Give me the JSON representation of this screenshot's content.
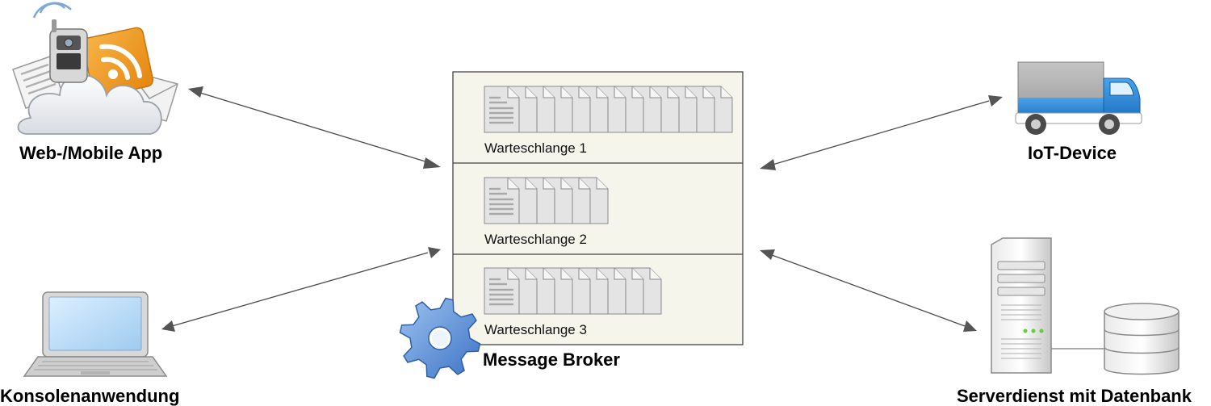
{
  "nodes": {
    "web_mobile_app": {
      "label": "Web-/Mobile App",
      "icon": "web-mobile-app-icon"
    },
    "iot_device": {
      "label": "IoT-Device",
      "icon": "truck-icon"
    },
    "console_app": {
      "label": "Konsolenanwendung",
      "icon": "laptop-icon"
    },
    "server_db": {
      "label": "Serverdienst mit Datenbank",
      "icons": [
        "server-icon",
        "database-icon"
      ]
    }
  },
  "broker": {
    "label": "Message Broker",
    "icon": "gear-icon",
    "queues": [
      {
        "label": "Warteschlange 1",
        "message_count": 13
      },
      {
        "label": "Warteschlange 2",
        "message_count": 6
      },
      {
        "label": "Warteschlange 3",
        "message_count": 9
      }
    ]
  },
  "edges": [
    {
      "from": "web_mobile_app",
      "to": "broker",
      "direction": "both"
    },
    {
      "from": "console_app",
      "to": "broker",
      "direction": "both"
    },
    {
      "from": "iot_device",
      "to": "broker",
      "direction": "both"
    },
    {
      "from": "server_db",
      "to": "broker",
      "direction": "both"
    }
  ],
  "colors": {
    "broker_fill": "#f5f5ec",
    "broker_border": "#444444",
    "document_fill": "#e4e4e4",
    "document_border": "#8a8a8a",
    "gear_blue": "#5b8fd6",
    "truck_blue": "#2a86d6",
    "truck_gray": "#a9a9a9",
    "rss_orange": "#f39a1f",
    "edge": "#4a4a4a"
  }
}
